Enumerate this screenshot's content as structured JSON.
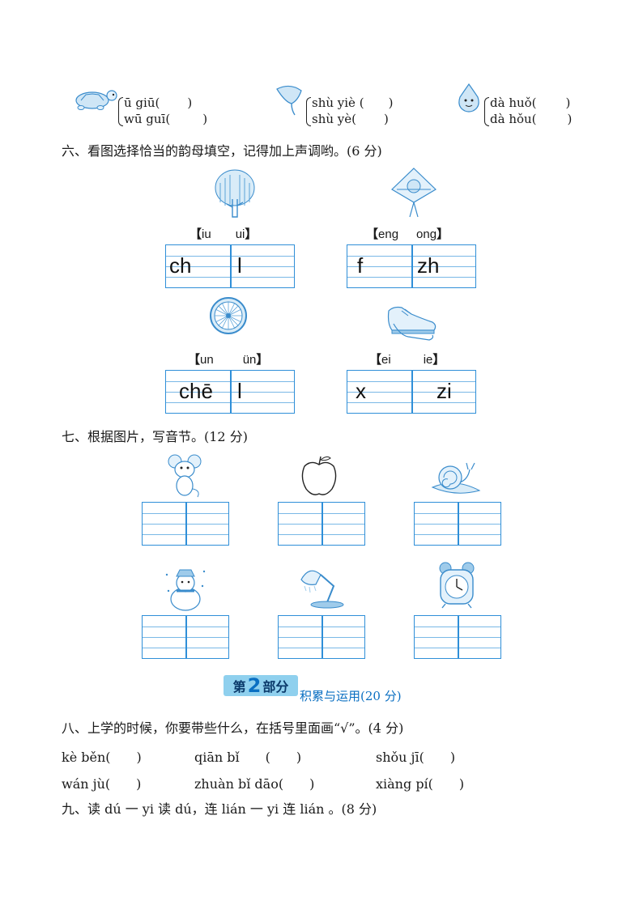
{
  "section5_pairs": [
    {
      "row1": "ū giū(",
      "row1_close": ")",
      "row2": "wū guī(",
      "row2_close": ")",
      "icon": "turtle-icon"
    },
    {
      "row1": "shù yiè (",
      "row1_close": ")",
      "row2": "shù yè(",
      "row2_close": ")",
      "icon": "ginkgo-leaf-icon"
    },
    {
      "row1": "dà huǒ(",
      "row1_close": ")",
      "row2": "dà hǒu(",
      "row2_close": ")",
      "icon": "fire-icon"
    }
  ],
  "section6": {
    "heading": "六、看图选择恰当的韵母填空，记得加上声调哟。(6 分)",
    "items": [
      {
        "icon": "willow-tree-icon",
        "options": [
          "iu",
          "ui"
        ],
        "left": "ch",
        "right": "l"
      },
      {
        "icon": "kite-icon",
        "options": [
          "eng",
          "ong"
        ],
        "left": "f",
        "right": "zh"
      },
      {
        "icon": "wheel-icon",
        "options": [
          "un",
          "ün"
        ],
        "left": "chē",
        "right": "l"
      },
      {
        "icon": "sneaker-icon",
        "options": [
          "ei",
          "ie"
        ],
        "left": "x",
        "right": "zi"
      }
    ],
    "bracket_open": "【",
    "bracket_close": "】"
  },
  "section7": {
    "heading": "七、根据图片，写音节。(12 分)",
    "icons": [
      "mouse-icon",
      "apple-icon",
      "snail-icon",
      "snowman-icon",
      "desk-lamp-icon",
      "alarm-clock-icon"
    ]
  },
  "part2": {
    "badge_pre": "第",
    "badge_num": "2",
    "badge_post": "部分",
    "title": "积累与运用(20 分)"
  },
  "section8": {
    "heading": "八、上学的时候，你要带些什么，在括号里面画“√”。(4 分)",
    "choices": [
      "kè běn(　　)",
      "qiān bǐ　　(　　)",
      "shǒu jī(　　)",
      "wán jù(　　)",
      "zhuàn bǐ dāo(　　)",
      "xiàng pí(　　)"
    ]
  },
  "section9": {
    "heading": "九、读 dú 一 yi 读 dú，连 lián 一 yi 连 lián 。(8 分)"
  },
  "colors": {
    "accent": "#2f8fd8",
    "badge": "#8fd0ee",
    "badge_text": "#0a6fc2"
  }
}
